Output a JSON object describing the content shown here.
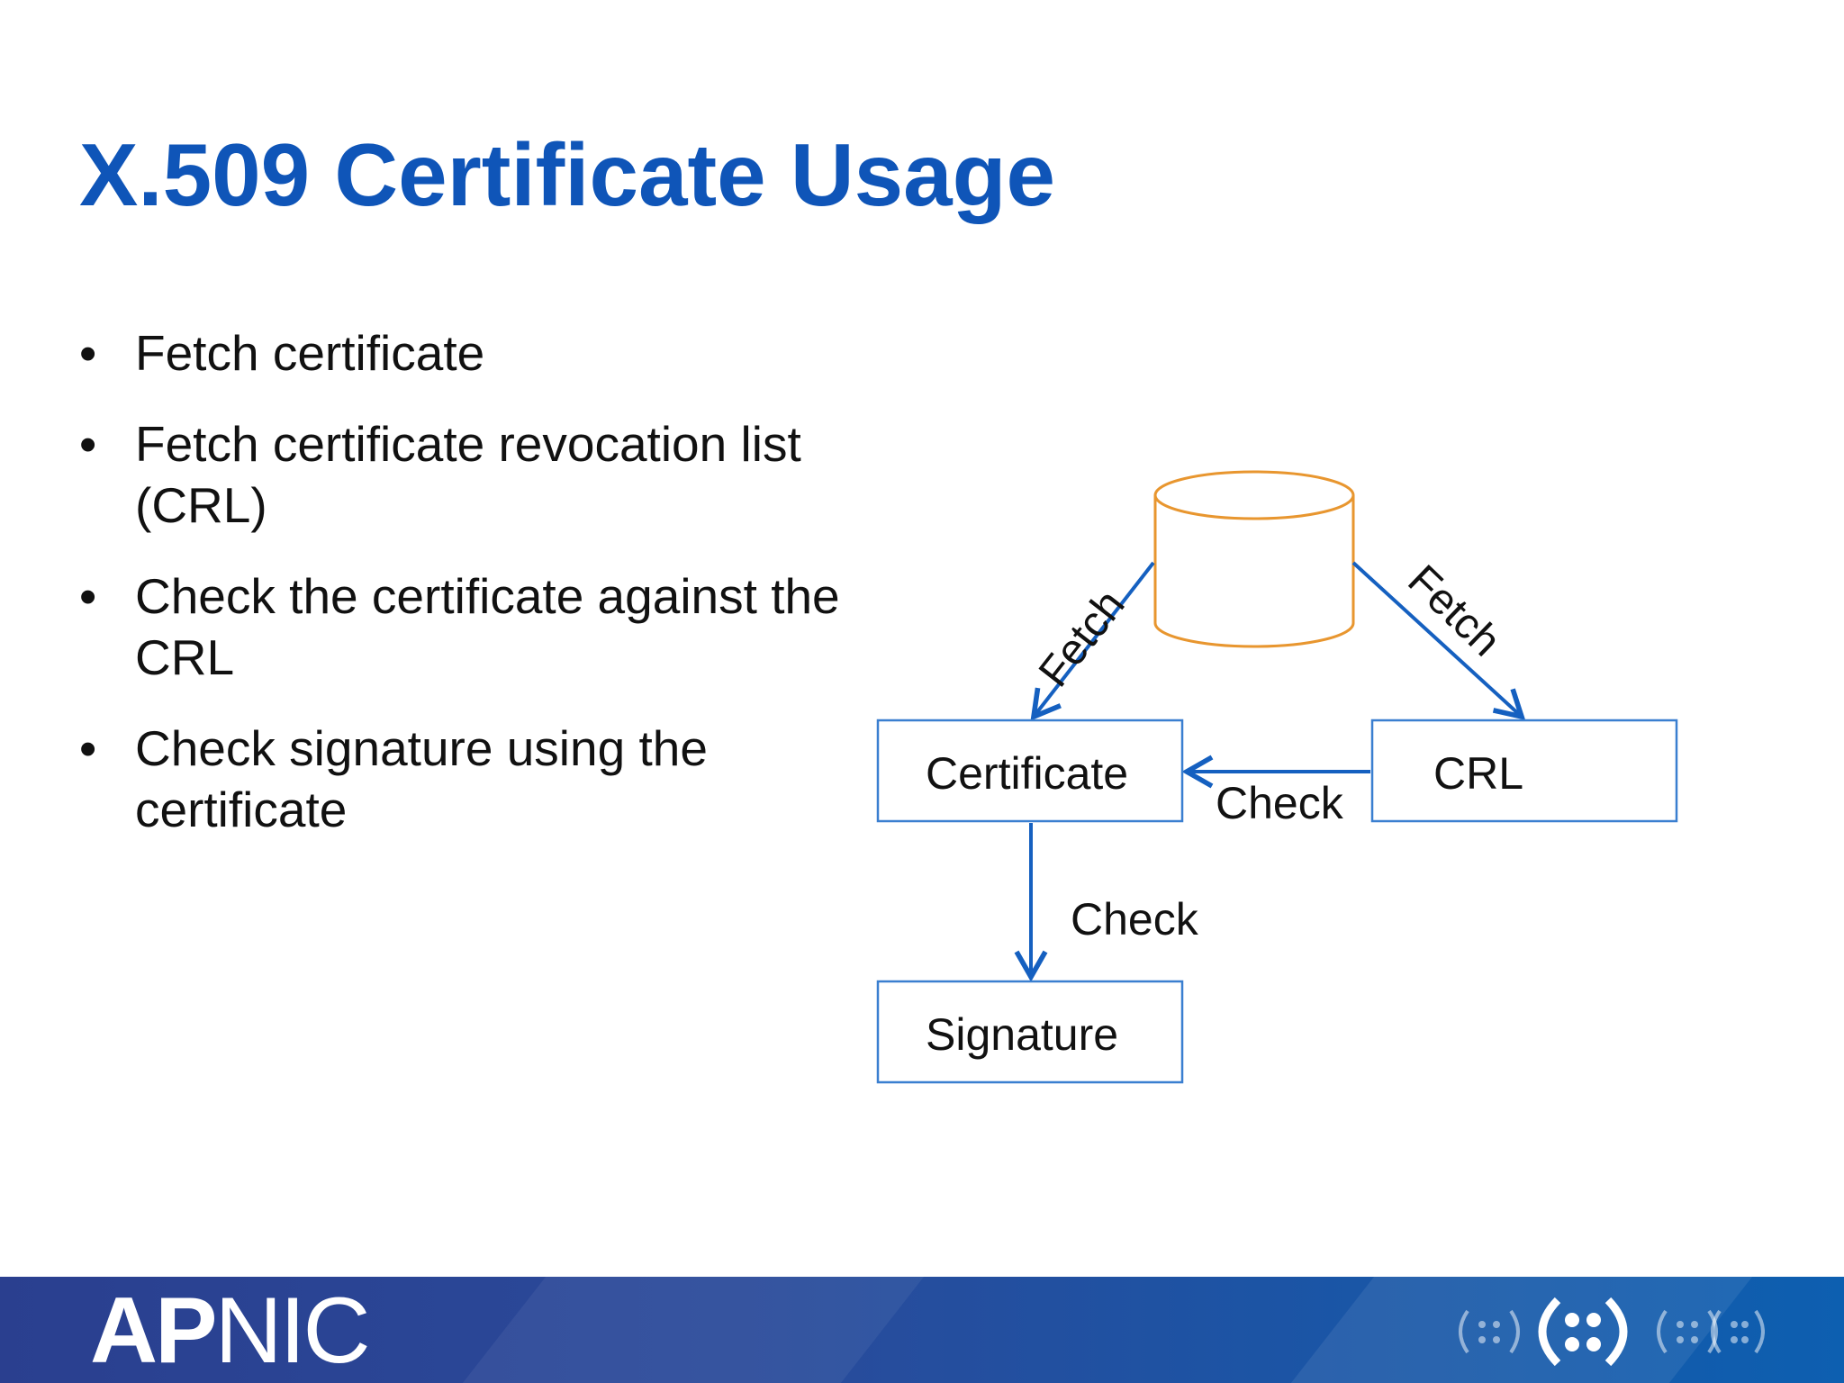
{
  "slide": {
    "title": "X.509 Certificate Usage",
    "bullets": [
      {
        "lines": [
          "Fetch certificate"
        ]
      },
      {
        "lines": [
          "Fetch certificate revocation list",
          "(CRL)"
        ]
      },
      {
        "lines": [
          "Check the certificate against the",
          "CRL"
        ]
      },
      {
        "lines": [
          "Check signature using the",
          "certificate"
        ]
      }
    ],
    "bullet_symbol": "•"
  },
  "diagram": {
    "nodes": {
      "certificate": "Certificate",
      "crl": "CRL",
      "signature": "Signature"
    },
    "edges": {
      "fetch_left": "Fetch",
      "fetch_right": "Fetch",
      "check_crl": "Check",
      "check_signature": "Check"
    }
  },
  "footer": {
    "logo_bold": "AP",
    "logo_regular": "NIC"
  },
  "colors": {
    "title": "#0f55b8",
    "arrow": "#1560c0",
    "box_border": "#3a7fd0",
    "database": "#e8962f",
    "footer": "#1f4c9e"
  }
}
